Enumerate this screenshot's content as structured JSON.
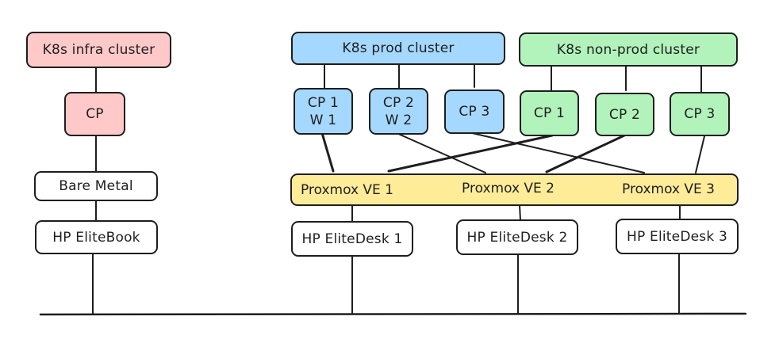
{
  "diagram": {
    "colors": {
      "infra": "#ffc9c9",
      "prod": "#a5d8ff",
      "nonprod": "#b2f2bb",
      "proxmox": "#ffec99",
      "hardware": "#ffffff",
      "stroke": "#1e1e1e"
    },
    "infra": {
      "cluster_label": "K8s infra cluster",
      "cp_label": "CP",
      "bare_metal_label": "Bare Metal",
      "host_label": "HP EliteBook"
    },
    "prod": {
      "cluster_label": "K8s prod cluster",
      "nodes": [
        {
          "line1": "CP 1",
          "line2": "W 1"
        },
        {
          "line1": "CP 2",
          "line2": "W 2"
        },
        {
          "line1": "CP 3",
          "line2": ""
        }
      ]
    },
    "nonprod": {
      "cluster_label": "K8s non-prod cluster",
      "nodes": [
        {
          "line1": "CP 1"
        },
        {
          "line1": "CP 2"
        },
        {
          "line1": "CP 3"
        }
      ]
    },
    "proxmox": {
      "hosts": [
        "Proxmox VE 1",
        "Proxmox VE 2",
        "Proxmox VE 3"
      ]
    },
    "hardware": {
      "hosts": [
        "HP EliteDesk 1",
        "HP EliteDesk 2",
        "HP EliteDesk 3"
      ]
    },
    "connections": [
      {
        "from": "prod.CP 1 / W 1",
        "to": "Proxmox VE 1"
      },
      {
        "from": "prod.CP 2 / W 2",
        "to": "Proxmox VE 2"
      },
      {
        "from": "prod.CP 3",
        "to": "Proxmox VE 3"
      },
      {
        "from": "non-prod.CP 1",
        "to": "Proxmox VE 1"
      },
      {
        "from": "non-prod.CP 2",
        "to": "Proxmox VE 2"
      },
      {
        "from": "non-prod.CP 3",
        "to": "Proxmox VE 3"
      }
    ]
  }
}
